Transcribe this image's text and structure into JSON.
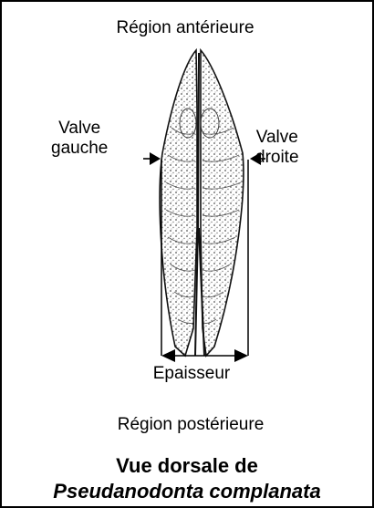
{
  "labels": {
    "anterior": "Région antérieure",
    "left_valve_line1": "Valve",
    "left_valve_line2": "gauche",
    "right_valve_line1": "Valve",
    "right_valve_line2": "droite",
    "thickness": "Epaisseur",
    "posterior": "Région postérieure"
  },
  "caption": {
    "line1": "Vue dorsale de",
    "line2": "Pseudanodonta complanata"
  }
}
